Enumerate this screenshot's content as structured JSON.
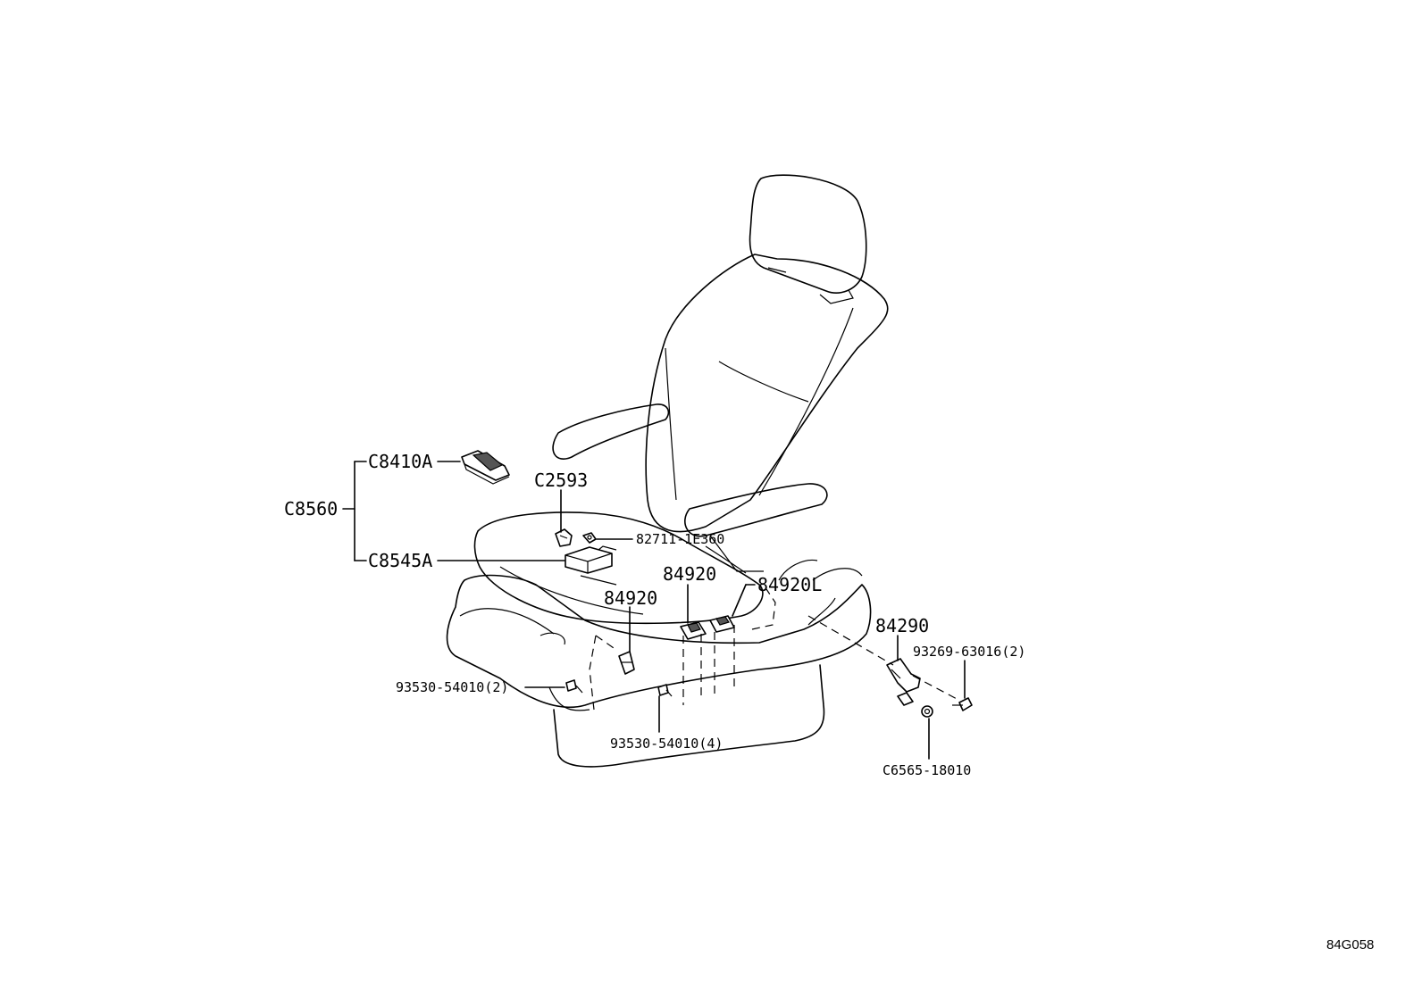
{
  "diagram": {
    "reference_code": "84G058",
    "callouts": {
      "c8560": "C8560",
      "c8410a": "C8410A",
      "c8545a": "C8545A",
      "c2593": "C2593",
      "p82711": "82711-1E360",
      "p84920_a": "84920",
      "p84920_b": "84920",
      "p84920l": "84920L",
      "p84290": "84290",
      "p93269": "93269-63016(2)",
      "p93530_a": "93530-54010(2)",
      "p93530_b": "93530-54010(4)",
      "c6565": "C6565-18010"
    }
  }
}
